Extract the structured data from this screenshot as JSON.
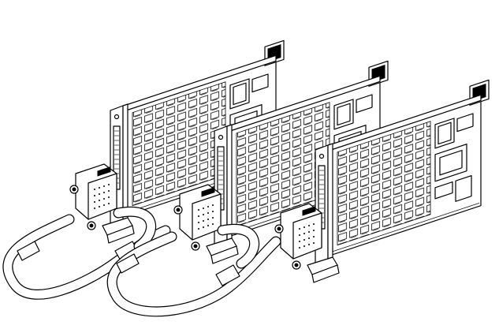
{
  "diagram": {
    "kind": "line-art",
    "subject": "three-modules-daisy-chained-by-cables",
    "colors": {
      "ink": "#000000",
      "paper": "#ffffff"
    },
    "modules": [
      {
        "id": "module-1"
      },
      {
        "id": "module-2"
      },
      {
        "id": "module-3"
      }
    ],
    "cables": [
      {
        "from": "module-1",
        "to": "module-2"
      },
      {
        "from": "module-2",
        "to": "module-3"
      }
    ]
  }
}
